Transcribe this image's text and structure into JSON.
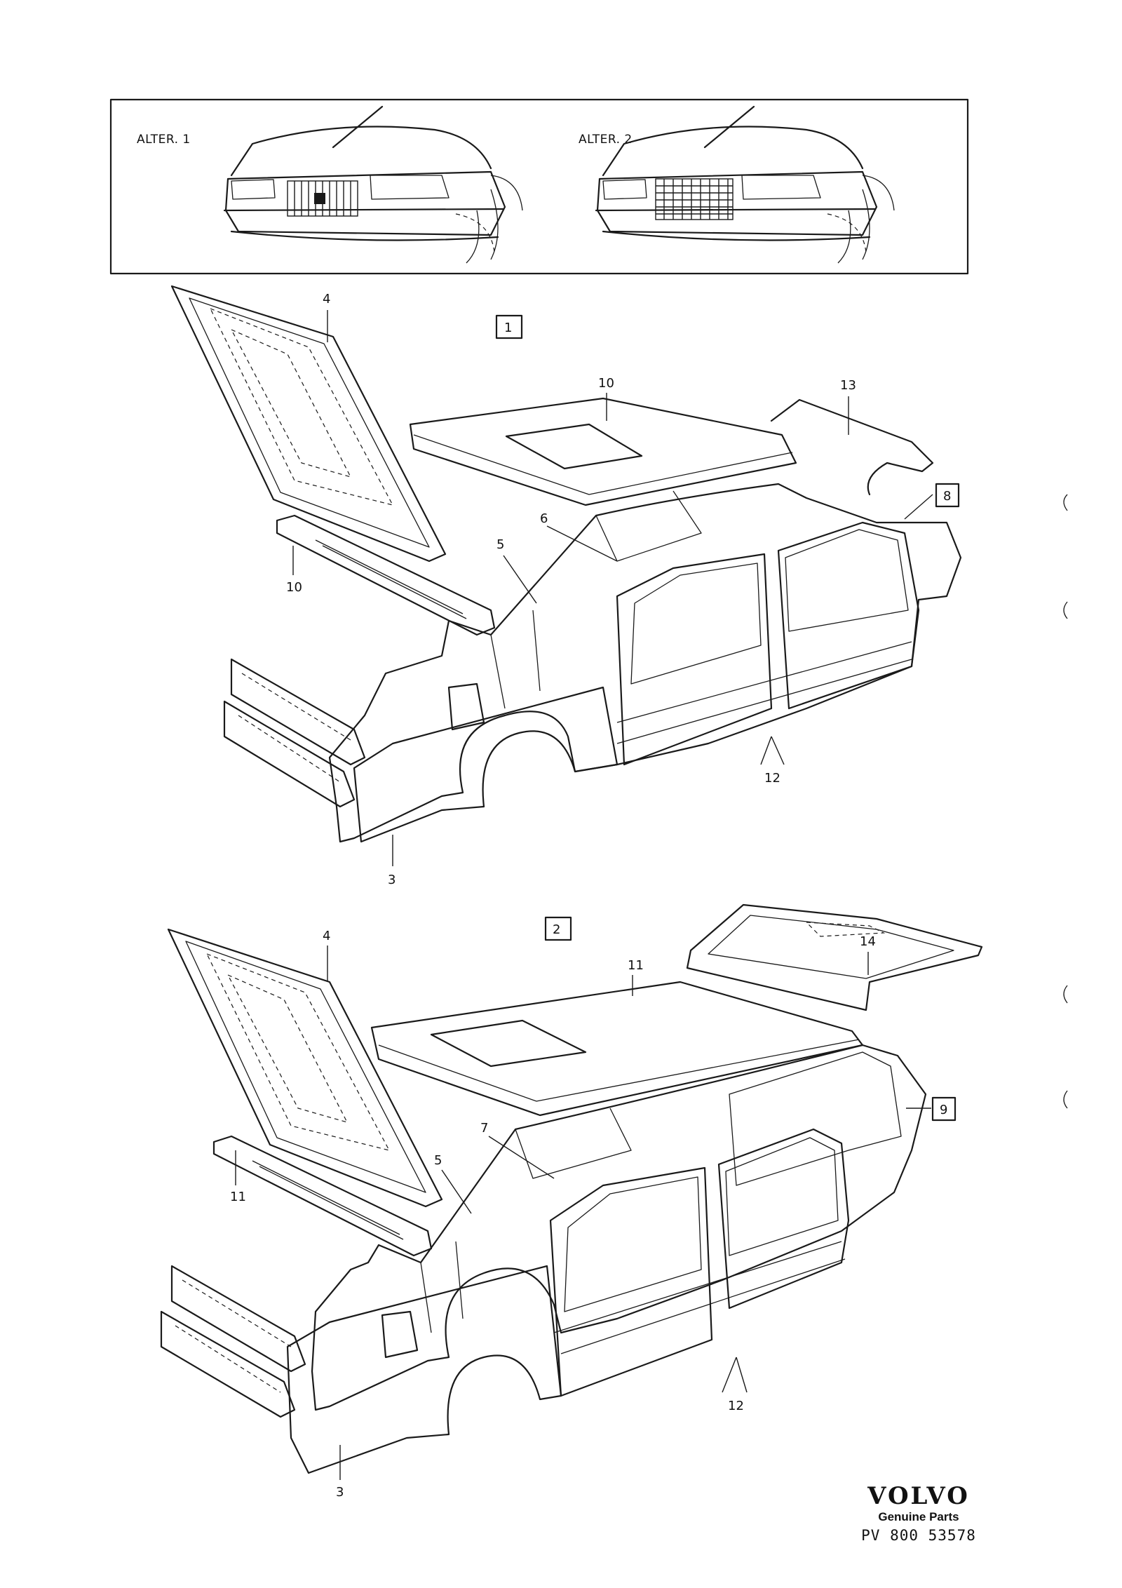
{
  "alternatives": {
    "alt1_label": "ALTER. 1",
    "alt2_label": "ALTER. 2"
  },
  "figure1": {
    "box_label": "1",
    "side_box_label": "8",
    "callouts": {
      "hood": "4",
      "roof": "10",
      "trunk_lid": "13",
      "cowl_panel": "10",
      "a_pillar": "5",
      "floor": "6",
      "doors": "12",
      "front_member": "3"
    }
  },
  "figure2": {
    "box_label": "2",
    "side_box_label": "9",
    "callouts": {
      "hood": "4",
      "roof": "11",
      "tailgate": "14",
      "cowl_panel": "11",
      "a_pillar": "5",
      "floor": "7",
      "doors": "12",
      "front_member": "3"
    }
  },
  "brand": {
    "logo": "VOLVO",
    "tagline": "Genuine Parts",
    "part_number": "PV 800 53578"
  },
  "icons": [
    "hood-drawing",
    "sedan-body-drawing",
    "estate-body-drawing",
    "front-grille-drawing"
  ]
}
